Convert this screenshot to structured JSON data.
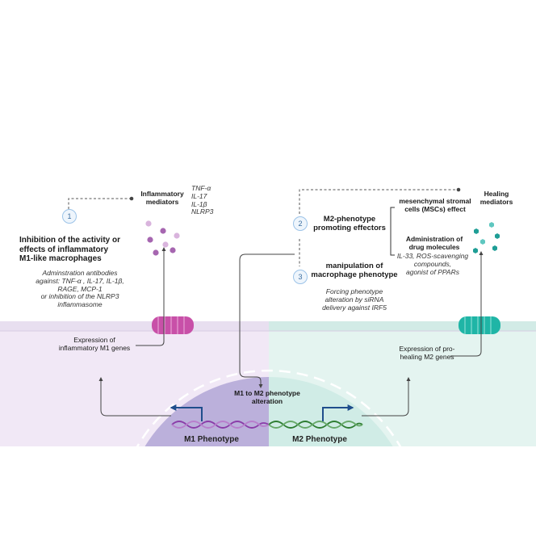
{
  "left": {
    "step_number": "1",
    "mediators_title": "Inflammatory\nmediators",
    "cytokines": [
      "TNF-α",
      "IL-17",
      "IL-1β",
      "NLRP3"
    ],
    "inhibition_title": "Inhibition of the activity or\neffects of inflammatory\nM1-like macrophages",
    "inhibition_detail": "Adminstration antibodies\nagainst: TNF-α , IL-17, IL-1β,\nRAGE, MCP-1\nor inhibition of the NLRP3\ninflammasome",
    "gene_expression": "Expression of\ninflammatory M1 genes",
    "phenotype": "M1 Phenotype"
  },
  "center": {
    "alteration": "M1 to M2 phenotype\nalteration"
  },
  "right": {
    "step2_number": "2",
    "step2_title": "M2-phenotype\npromoting effectors",
    "msc_effect": "mesenchymal stromal\ncells (MSCs)  effect",
    "drug_title": "Administration of\ndrug molecules",
    "drug_detail": "IL-33, ROS-scavenging\ncompounds,\nagonist of  PPARs",
    "step3_number": "3",
    "step3_title": "manipulation of\nmacrophage phenotype",
    "step3_detail": "Forcing phenotype\nalteration by siRNA\ndelivery against IRF5",
    "mediators_title": "Healing\nmediators",
    "gene_expression": "Expression of  pro-\nhealing M2 genes",
    "phenotype": "M2 Phenotype"
  },
  "colors": {
    "m1_panel": "#f1e8f6",
    "m2_panel": "#e4f4f0",
    "m1_nucleus": "#b2a6d6",
    "m2_nucleus": "#cdebe4",
    "m1_receptor": "#c850a8",
    "m2_receptor": "#1fb5a6",
    "arrow_blue": "#1f4e8c",
    "dna_m1": "#8a3ca8",
    "dna_m2": "#2e7d32"
  }
}
